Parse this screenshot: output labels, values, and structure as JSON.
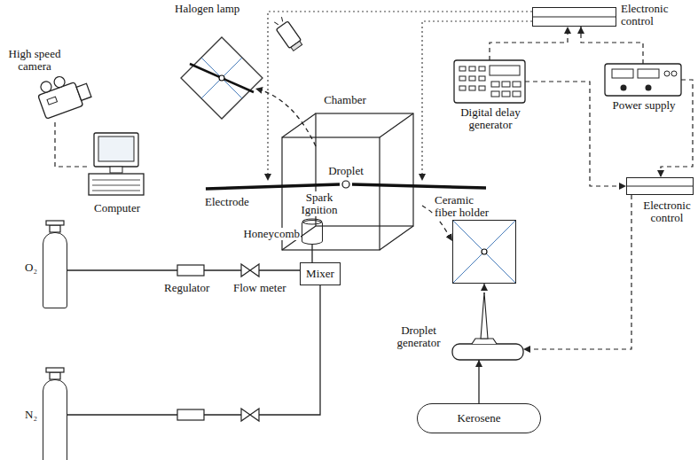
{
  "diagram": {
    "nodes": [
      {
        "text": [
          "Halogen lamp"
        ]
      },
      {
        "text": [
          "High speed camera"
        ]
      },
      {
        "text": [
          "Computer"
        ]
      },
      {
        "text": [
          "Electronic control"
        ]
      },
      {
        "text": [
          "Digital delay generator"
        ]
      },
      {
        "text": [
          "Power supply"
        ]
      },
      {
        "text": [
          "Chamber"
        ]
      },
      {
        "text": [
          "Honeycomb"
        ],
        "in": 6
      },
      {
        "text": [
          "Ceramic fiber holder"
        ]
      },
      {
        "text": [
          "Electronic control"
        ]
      },
      {
        "text": [
          "O₂"
        ]
      },
      {
        "text": [
          "Mixer"
        ]
      },
      {
        "text": [
          "Droplet generator"
        ]
      },
      {
        "text": [
          "N₂"
        ]
      },
      {
        "text": [
          "Kerosene"
        ]
      }
    ],
    "edges": [
      {
        "from": 3,
        "to": 6,
        "arrow": "to"
      },
      {
        "from": 3,
        "to": 6,
        "arrow": "to"
      },
      {
        "from": 4,
        "to": 3,
        "arrow": "to"
      },
      {
        "from": 5,
        "to": 3,
        "arrow": "to"
      },
      {
        "from": 4,
        "to": 9,
        "arrow": "to"
      },
      {
        "from": 5,
        "to": 9,
        "arrow": "to"
      },
      {
        "from": 9,
        "to": 12,
        "arrow": "to"
      },
      {
        "from": 1,
        "to": 2,
        "arrow": "none"
      },
      {
        "from": 6,
        "to": 8,
        "arrow": "to"
      },
      {
        "from": 12,
        "to": 8,
        "arrow": "to"
      },
      {
        "from": 14,
        "to": 12,
        "arrow": "to"
      },
      {
        "from": 10,
        "to": 11,
        "arrow": "none"
      },
      {
        "from": 13,
        "to": 11,
        "arrow": "none"
      },
      {
        "from": 11,
        "to": 7,
        "arrow": "none"
      }
    ],
    "labels": [
      "Droplet",
      "Electrode",
      "Spark Ignition",
      "Regulator",
      "Flow meter"
    ]
  }
}
